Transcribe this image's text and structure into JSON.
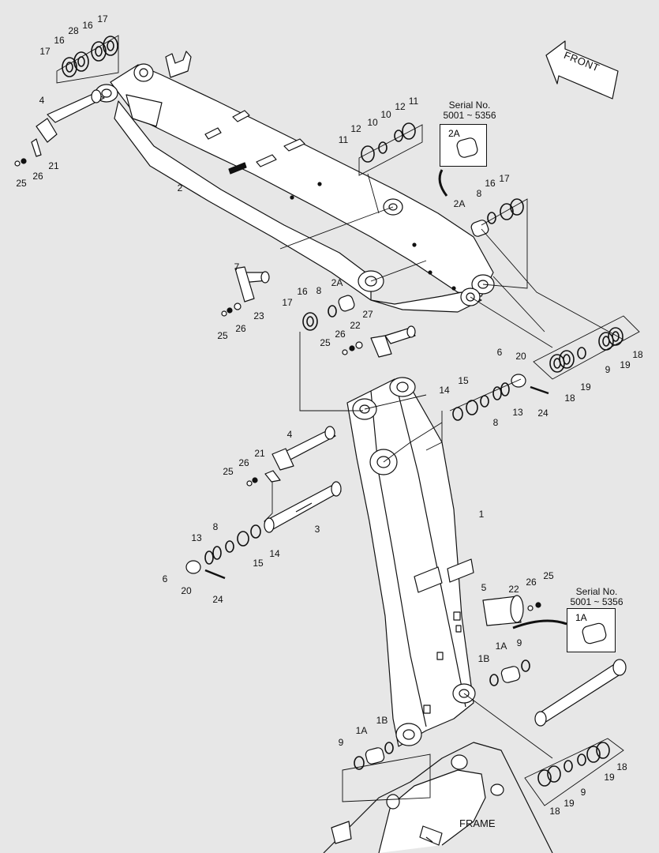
{
  "front_label": "FRONT",
  "frame_label": "FRAME",
  "serial_top": {
    "title": "Serial No.",
    "range": "5001 ~ 5356",
    "part": "2A"
  },
  "serial_bottom": {
    "title": "Serial No.",
    "range": "5001 ~ 5356",
    "part": "1A"
  },
  "callouts": [
    {
      "id": "c17a",
      "text": "17"
    },
    {
      "id": "c16a",
      "text": "16"
    },
    {
      "id": "c28",
      "text": "28"
    },
    {
      "id": "c16b",
      "text": "16"
    },
    {
      "id": "c17b",
      "text": "17"
    },
    {
      "id": "c4a",
      "text": "4"
    },
    {
      "id": "c21a",
      "text": "21"
    },
    {
      "id": "c26a",
      "text": "26"
    },
    {
      "id": "c25a",
      "text": "25"
    },
    {
      "id": "c2",
      "text": "2"
    },
    {
      "id": "c12a",
      "text": "12"
    },
    {
      "id": "c11a",
      "text": "11"
    },
    {
      "id": "c10a",
      "text": "10"
    },
    {
      "id": "c12b",
      "text": "12"
    },
    {
      "id": "c10b",
      "text": "10"
    },
    {
      "id": "c11b",
      "text": "11"
    },
    {
      "id": "c2A",
      "text": "2A"
    },
    {
      "id": "c8a",
      "text": "8"
    },
    {
      "id": "c16c",
      "text": "16"
    },
    {
      "id": "c17c",
      "text": "17"
    },
    {
      "id": "c7",
      "text": "7"
    },
    {
      "id": "c17d",
      "text": "17"
    },
    {
      "id": "c16d",
      "text": "16"
    },
    {
      "id": "c8b",
      "text": "8"
    },
    {
      "id": "c2Ab",
      "text": "2A"
    },
    {
      "id": "c23",
      "text": "23"
    },
    {
      "id": "c25b",
      "text": "25"
    },
    {
      "id": "c26b",
      "text": "26"
    },
    {
      "id": "c27",
      "text": "27"
    },
    {
      "id": "c22a",
      "text": "22"
    },
    {
      "id": "c26c",
      "text": "26"
    },
    {
      "id": "c25c",
      "text": "25"
    },
    {
      "id": "c18a",
      "text": "18"
    },
    {
      "id": "c19a",
      "text": "19"
    },
    {
      "id": "c9a",
      "text": "9"
    },
    {
      "id": "c19b",
      "text": "19"
    },
    {
      "id": "c18b",
      "text": "18"
    },
    {
      "id": "c6a",
      "text": "6"
    },
    {
      "id": "c20a",
      "text": "20"
    },
    {
      "id": "c24a",
      "text": "24"
    },
    {
      "id": "c14a",
      "text": "14"
    },
    {
      "id": "c15a",
      "text": "15"
    },
    {
      "id": "c13a",
      "text": "13"
    },
    {
      "id": "c8c",
      "text": "8"
    },
    {
      "id": "c4b",
      "text": "4"
    },
    {
      "id": "c21b",
      "text": "21"
    },
    {
      "id": "c26d",
      "text": "26"
    },
    {
      "id": "c25d",
      "text": "25"
    },
    {
      "id": "c3",
      "text": "3"
    },
    {
      "id": "c1",
      "text": "1"
    },
    {
      "id": "c8d",
      "text": "8"
    },
    {
      "id": "c13b",
      "text": "13"
    },
    {
      "id": "c14b",
      "text": "14"
    },
    {
      "id": "c15b",
      "text": "15"
    },
    {
      "id": "c6b",
      "text": "6"
    },
    {
      "id": "c20b",
      "text": "20"
    },
    {
      "id": "c24b",
      "text": "24"
    },
    {
      "id": "c5",
      "text": "5"
    },
    {
      "id": "c22b",
      "text": "22"
    },
    {
      "id": "c26e",
      "text": "26"
    },
    {
      "id": "c25e",
      "text": "25"
    },
    {
      "id": "c1Aa",
      "text": "1A"
    },
    {
      "id": "c9b",
      "text": "9"
    },
    {
      "id": "c1B",
      "text": "1B"
    },
    {
      "id": "c9c",
      "text": "9"
    },
    {
      "id": "c1Ab",
      "text": "1A"
    },
    {
      "id": "c1Bb",
      "text": "1B"
    },
    {
      "id": "c18c",
      "text": "18"
    },
    {
      "id": "c19c",
      "text": "19"
    },
    {
      "id": "c9d",
      "text": "9"
    },
    {
      "id": "c19d",
      "text": "19"
    },
    {
      "id": "c18d",
      "text": "18"
    }
  ]
}
